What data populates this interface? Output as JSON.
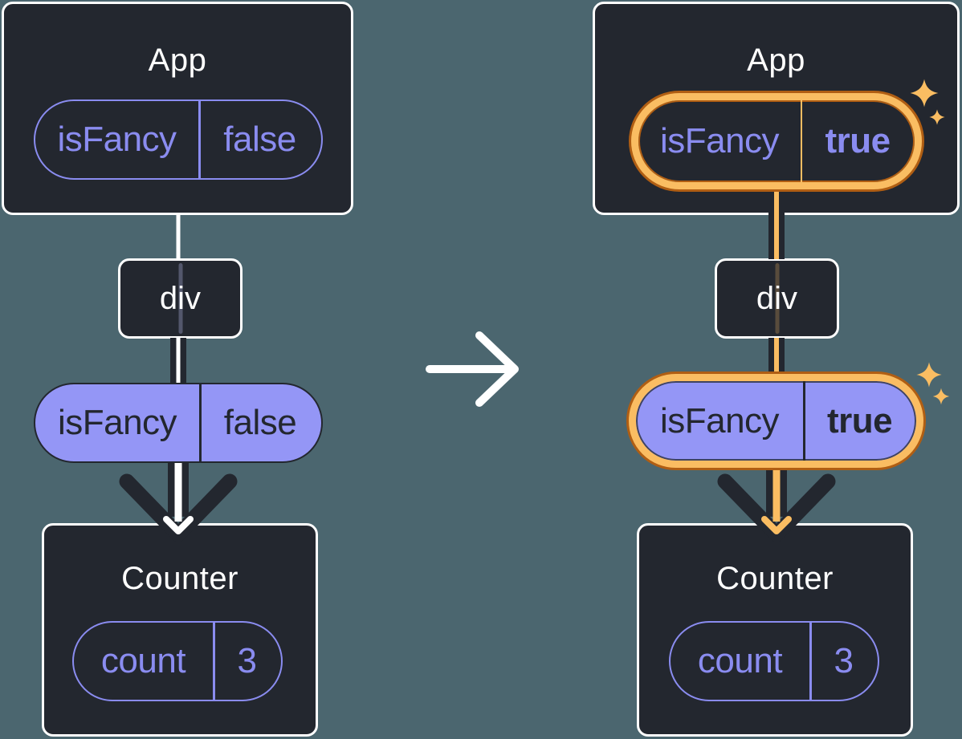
{
  "diagram": {
    "description": "Component tree state transition",
    "colors": {
      "background": "#4B666F",
      "card": "#23272F",
      "card_border": "#FFFFFF",
      "purple": "#8A8CF0",
      "purple_fill": "#9496F6",
      "dark_text": "#23272F",
      "orange_light": "#FABD62",
      "orange_dark": "#B05E13",
      "white": "#FFFFFF"
    },
    "left_tree": {
      "app_title": "App",
      "app_state": {
        "key": "isFancy",
        "value": "false"
      },
      "div_label": "div",
      "prop": {
        "key": "isFancy",
        "value": "false"
      },
      "counter_title": "Counter",
      "counter_state": {
        "key": "count",
        "value": "3"
      }
    },
    "right_tree": {
      "app_title": "App",
      "app_state": {
        "key": "isFancy",
        "value": "true"
      },
      "div_label": "div",
      "prop": {
        "key": "isFancy",
        "value": "true"
      },
      "counter_title": "Counter",
      "counter_state": {
        "key": "count",
        "value": "3"
      }
    }
  }
}
